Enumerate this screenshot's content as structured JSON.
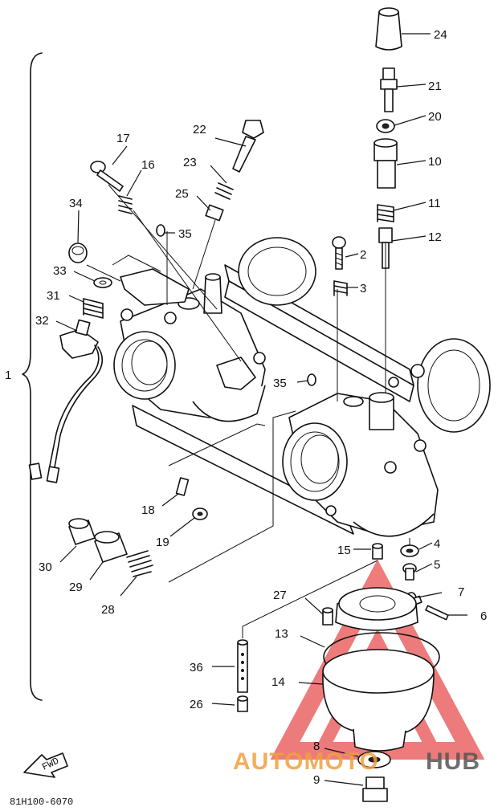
{
  "diagram": {
    "code": "81H100-6070",
    "fwd_label": "FWD",
    "bracket_label": "1",
    "callouts": [
      {
        "id": "24",
        "label": "24"
      },
      {
        "id": "21",
        "label": "21"
      },
      {
        "id": "20",
        "label": "20"
      },
      {
        "id": "10",
        "label": "10"
      },
      {
        "id": "11",
        "label": "11"
      },
      {
        "id": "12",
        "label": "12"
      },
      {
        "id": "2",
        "label": "2"
      },
      {
        "id": "3",
        "label": "3"
      },
      {
        "id": "22",
        "label": "22"
      },
      {
        "id": "23",
        "label": "23"
      },
      {
        "id": "25",
        "label": "25"
      },
      {
        "id": "17",
        "label": "17"
      },
      {
        "id": "16",
        "label": "16"
      },
      {
        "id": "35a",
        "label": "35"
      },
      {
        "id": "34",
        "label": "34"
      },
      {
        "id": "33",
        "label": "33"
      },
      {
        "id": "31",
        "label": "31"
      },
      {
        "id": "32",
        "label": "32"
      },
      {
        "id": "35b",
        "label": "35"
      },
      {
        "id": "18",
        "label": "18"
      },
      {
        "id": "19",
        "label": "19"
      },
      {
        "id": "30",
        "label": "30"
      },
      {
        "id": "29",
        "label": "29"
      },
      {
        "id": "28",
        "label": "28"
      },
      {
        "id": "15",
        "label": "15"
      },
      {
        "id": "4",
        "label": "4"
      },
      {
        "id": "5",
        "label": "5"
      },
      {
        "id": "7",
        "label": "7"
      },
      {
        "id": "6",
        "label": "6"
      },
      {
        "id": "27",
        "label": "27"
      },
      {
        "id": "13",
        "label": "13"
      },
      {
        "id": "36",
        "label": "36"
      },
      {
        "id": "14",
        "label": "14"
      },
      {
        "id": "26",
        "label": "26"
      },
      {
        "id": "8",
        "label": "8"
      },
      {
        "id": "9",
        "label": "9"
      }
    ]
  },
  "watermark": {
    "part1": "AUTOMOTO",
    "part2": "HUB",
    "color_primary": "#f0a040",
    "color_secondary": "#555555",
    "triangle_color": "#e85050"
  }
}
